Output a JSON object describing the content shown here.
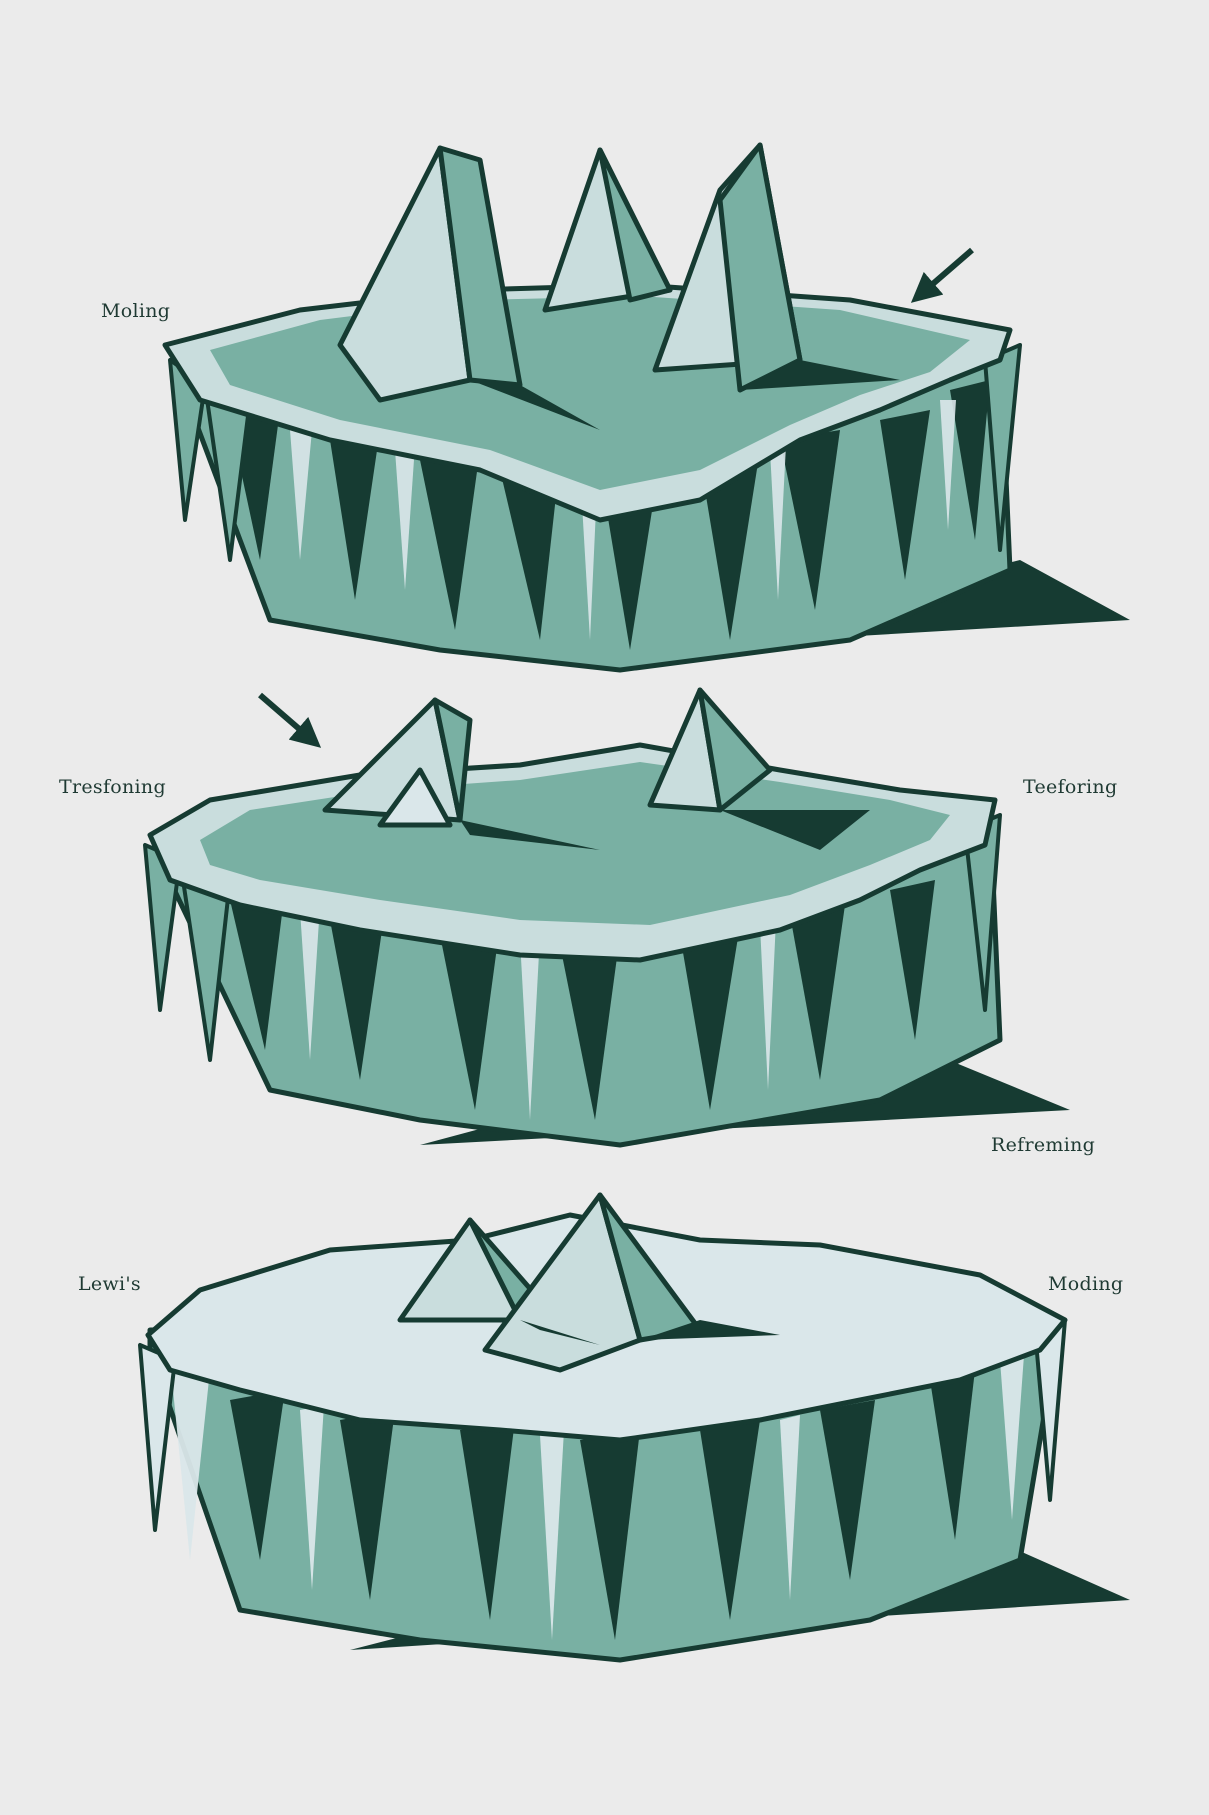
{
  "labels": {
    "top_left": "Moling",
    "mid_left": "Tresfoning",
    "mid_right": "Teeforing",
    "mid_bottom": "Refreming",
    "bot_left": "Lewi's",
    "bot_right": "Moding"
  },
  "colors": {
    "background": "#ebebeb",
    "ice_green": "#79b0a3",
    "ice_light": "#c9dddd",
    "ice_pale": "#dae7ea",
    "ice_dark": "#163b32",
    "outline": "#163b32"
  },
  "icons": [
    "arrow-icon-top",
    "arrow-icon-middle"
  ]
}
